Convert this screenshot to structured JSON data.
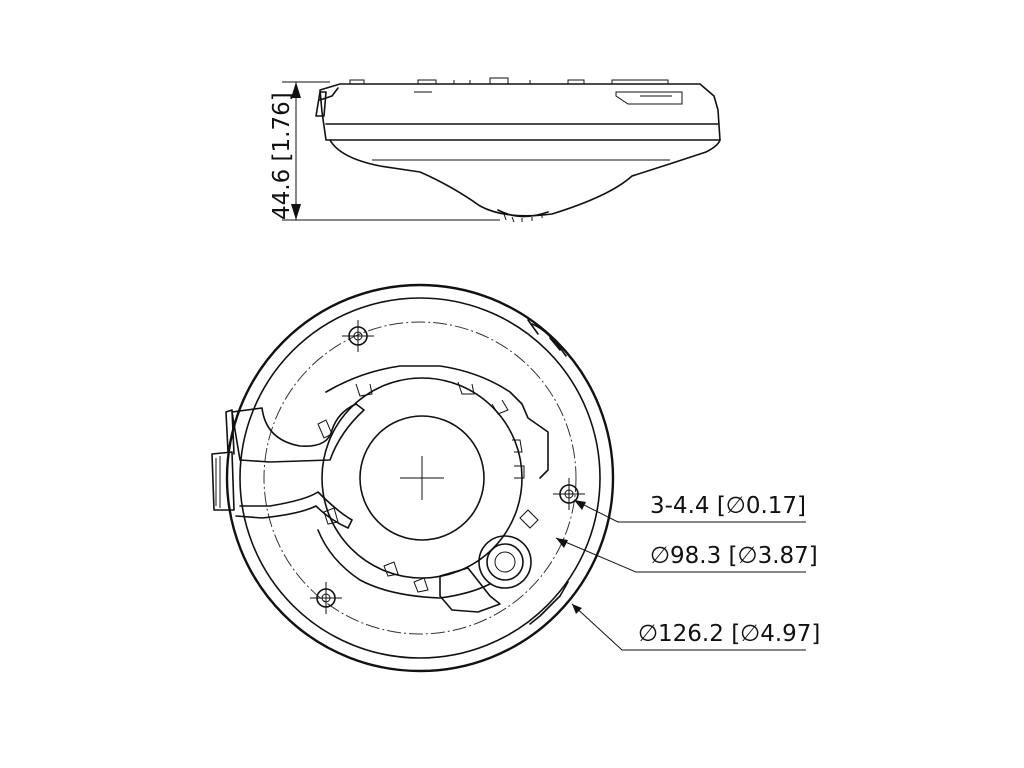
{
  "dimensions": {
    "height": "44.6 [1.76]",
    "hole": "3-4.4 [∅0.17]",
    "mount_circle": "∅98.3 [∅3.87]",
    "outer": "∅126.2 [∅4.97]"
  }
}
